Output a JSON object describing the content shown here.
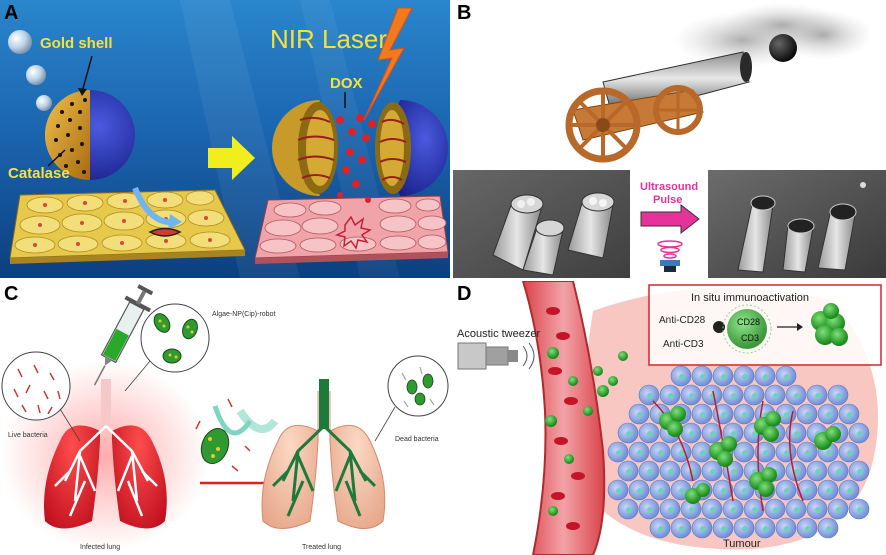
{
  "panels": {
    "a": {
      "letter": "A",
      "gold_shell": "Gold shell",
      "catalase": "Catalase",
      "nir_laser": "NIR Laser",
      "dox": "DOX"
    },
    "b": {
      "letter": "B",
      "ultrasound_line1": "Ultrasound",
      "ultrasound_line2": "Pulse"
    },
    "c": {
      "letter": "C",
      "robot_label": "Algae-NP(Cip)-robot",
      "live_bacteria": "Live bacteria",
      "dead_bacteria": "Dead bacteria",
      "infected_lung": "Infected lung",
      "treated_lung": "Treated lung"
    },
    "d": {
      "letter": "D",
      "acoustic_tweezer": "Acoustic tweezer",
      "immuno_title": "In situ immunoactivation",
      "anti_cd28": "Anti-CD28",
      "anti_cd3": "Anti-CD3",
      "cd28": "CD28",
      "cd3": "CD3",
      "tumour": "Tumour"
    }
  },
  "colors": {
    "ocean_top": "#1e6fb8",
    "ocean_bottom": "#0b3d7a",
    "gold": "#e2b33a",
    "label_yellow": "#f5e13a",
    "arrow_yellow": "#f2ee1e",
    "ultrasound_magenta": "#e6339a",
    "lung_red": "#e0202a",
    "lung_green": "#1e7a3a",
    "tumour_blue": "#7f9fe0",
    "cell_green": "#2a9a2a"
  }
}
